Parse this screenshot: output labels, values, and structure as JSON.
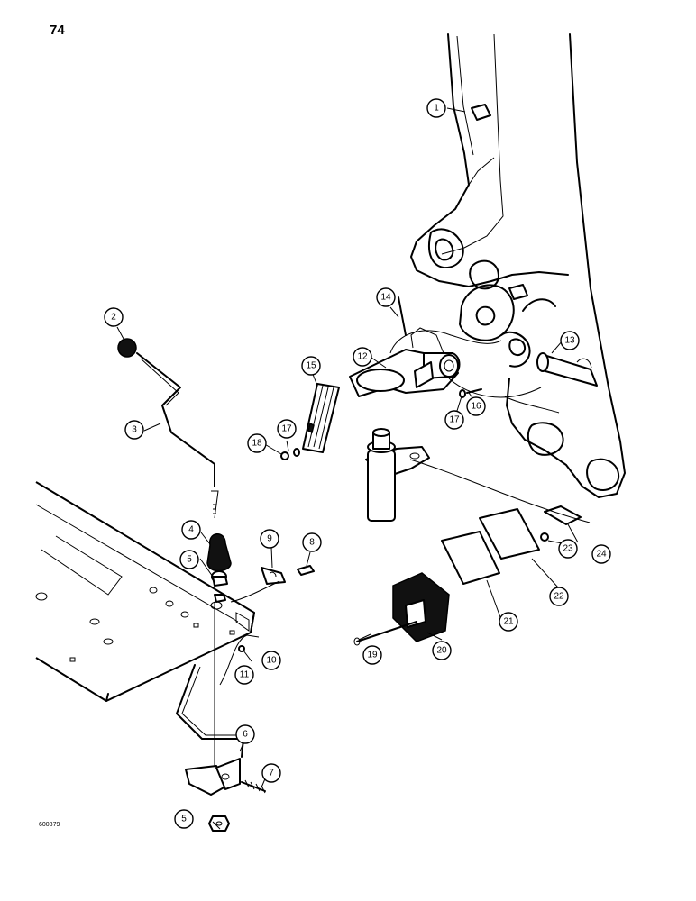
{
  "page_number": "74",
  "figure_code": "600879",
  "callouts": [
    {
      "id": "c1",
      "label": "1"
    },
    {
      "id": "c2",
      "label": "2"
    },
    {
      "id": "c3",
      "label": "3"
    },
    {
      "id": "c4",
      "label": "4"
    },
    {
      "id": "c5a",
      "label": "5"
    },
    {
      "id": "c5b",
      "label": "5"
    },
    {
      "id": "c6",
      "label": "6"
    },
    {
      "id": "c7",
      "label": "7"
    },
    {
      "id": "c8",
      "label": "8"
    },
    {
      "id": "c9",
      "label": "9"
    },
    {
      "id": "c10",
      "label": "10"
    },
    {
      "id": "c11",
      "label": "11"
    },
    {
      "id": "c12",
      "label": "12"
    },
    {
      "id": "c13",
      "label": "13"
    },
    {
      "id": "c14",
      "label": "14"
    },
    {
      "id": "c15",
      "label": "15"
    },
    {
      "id": "c16",
      "label": "16"
    },
    {
      "id": "c17a",
      "label": "17"
    },
    {
      "id": "c17b",
      "label": "17"
    },
    {
      "id": "c18",
      "label": "18"
    },
    {
      "id": "c19",
      "label": "19"
    },
    {
      "id": "c20",
      "label": "20"
    },
    {
      "id": "c21",
      "label": "21"
    },
    {
      "id": "c22",
      "label": "22"
    },
    {
      "id": "c23",
      "label": "23"
    },
    {
      "id": "c24",
      "label": "24"
    }
  ]
}
